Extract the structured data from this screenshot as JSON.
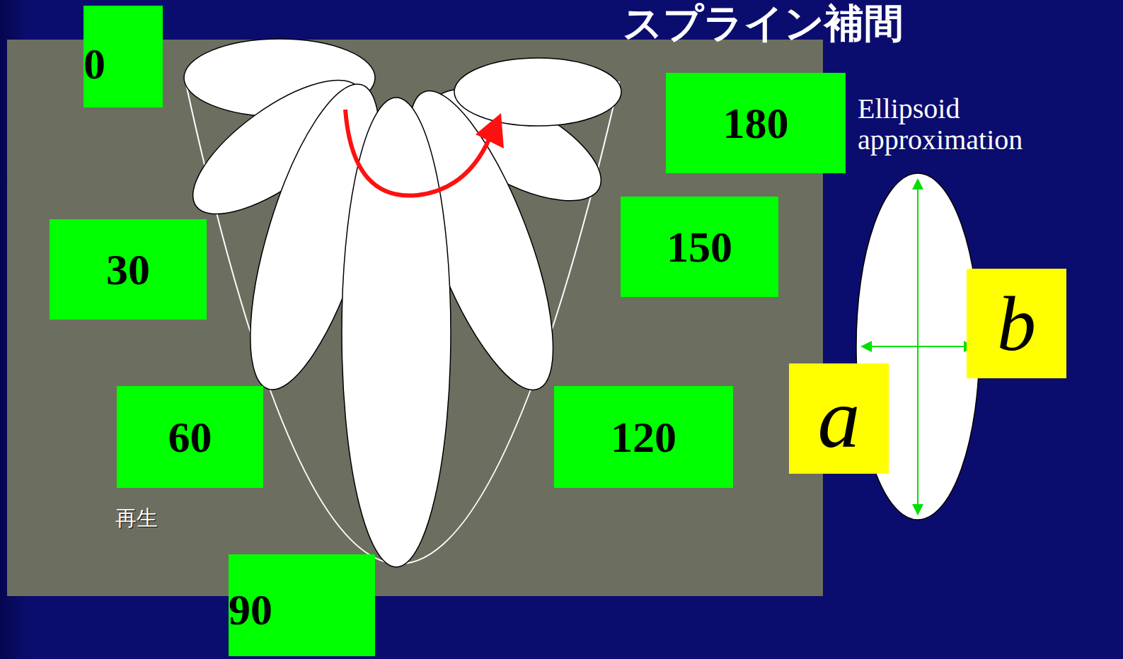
{
  "diagram": {
    "title": "スプライン補間",
    "nodes": [
      {
        "text": [
          "0"
        ]
      },
      {
        "text": [
          "180"
        ]
      },
      {
        "text": [
          "150"
        ]
      },
      {
        "text": [
          "30"
        ]
      },
      {
        "text": [
          "b"
        ]
      },
      {
        "text": [
          "a"
        ]
      },
      {
        "text": [
          "60"
        ]
      },
      {
        "text": [
          "120"
        ]
      },
      {
        "text": [
          "90"
        ]
      }
    ],
    "labels": [
      "Ellipsoid approximation",
      "再生"
    ]
  }
}
